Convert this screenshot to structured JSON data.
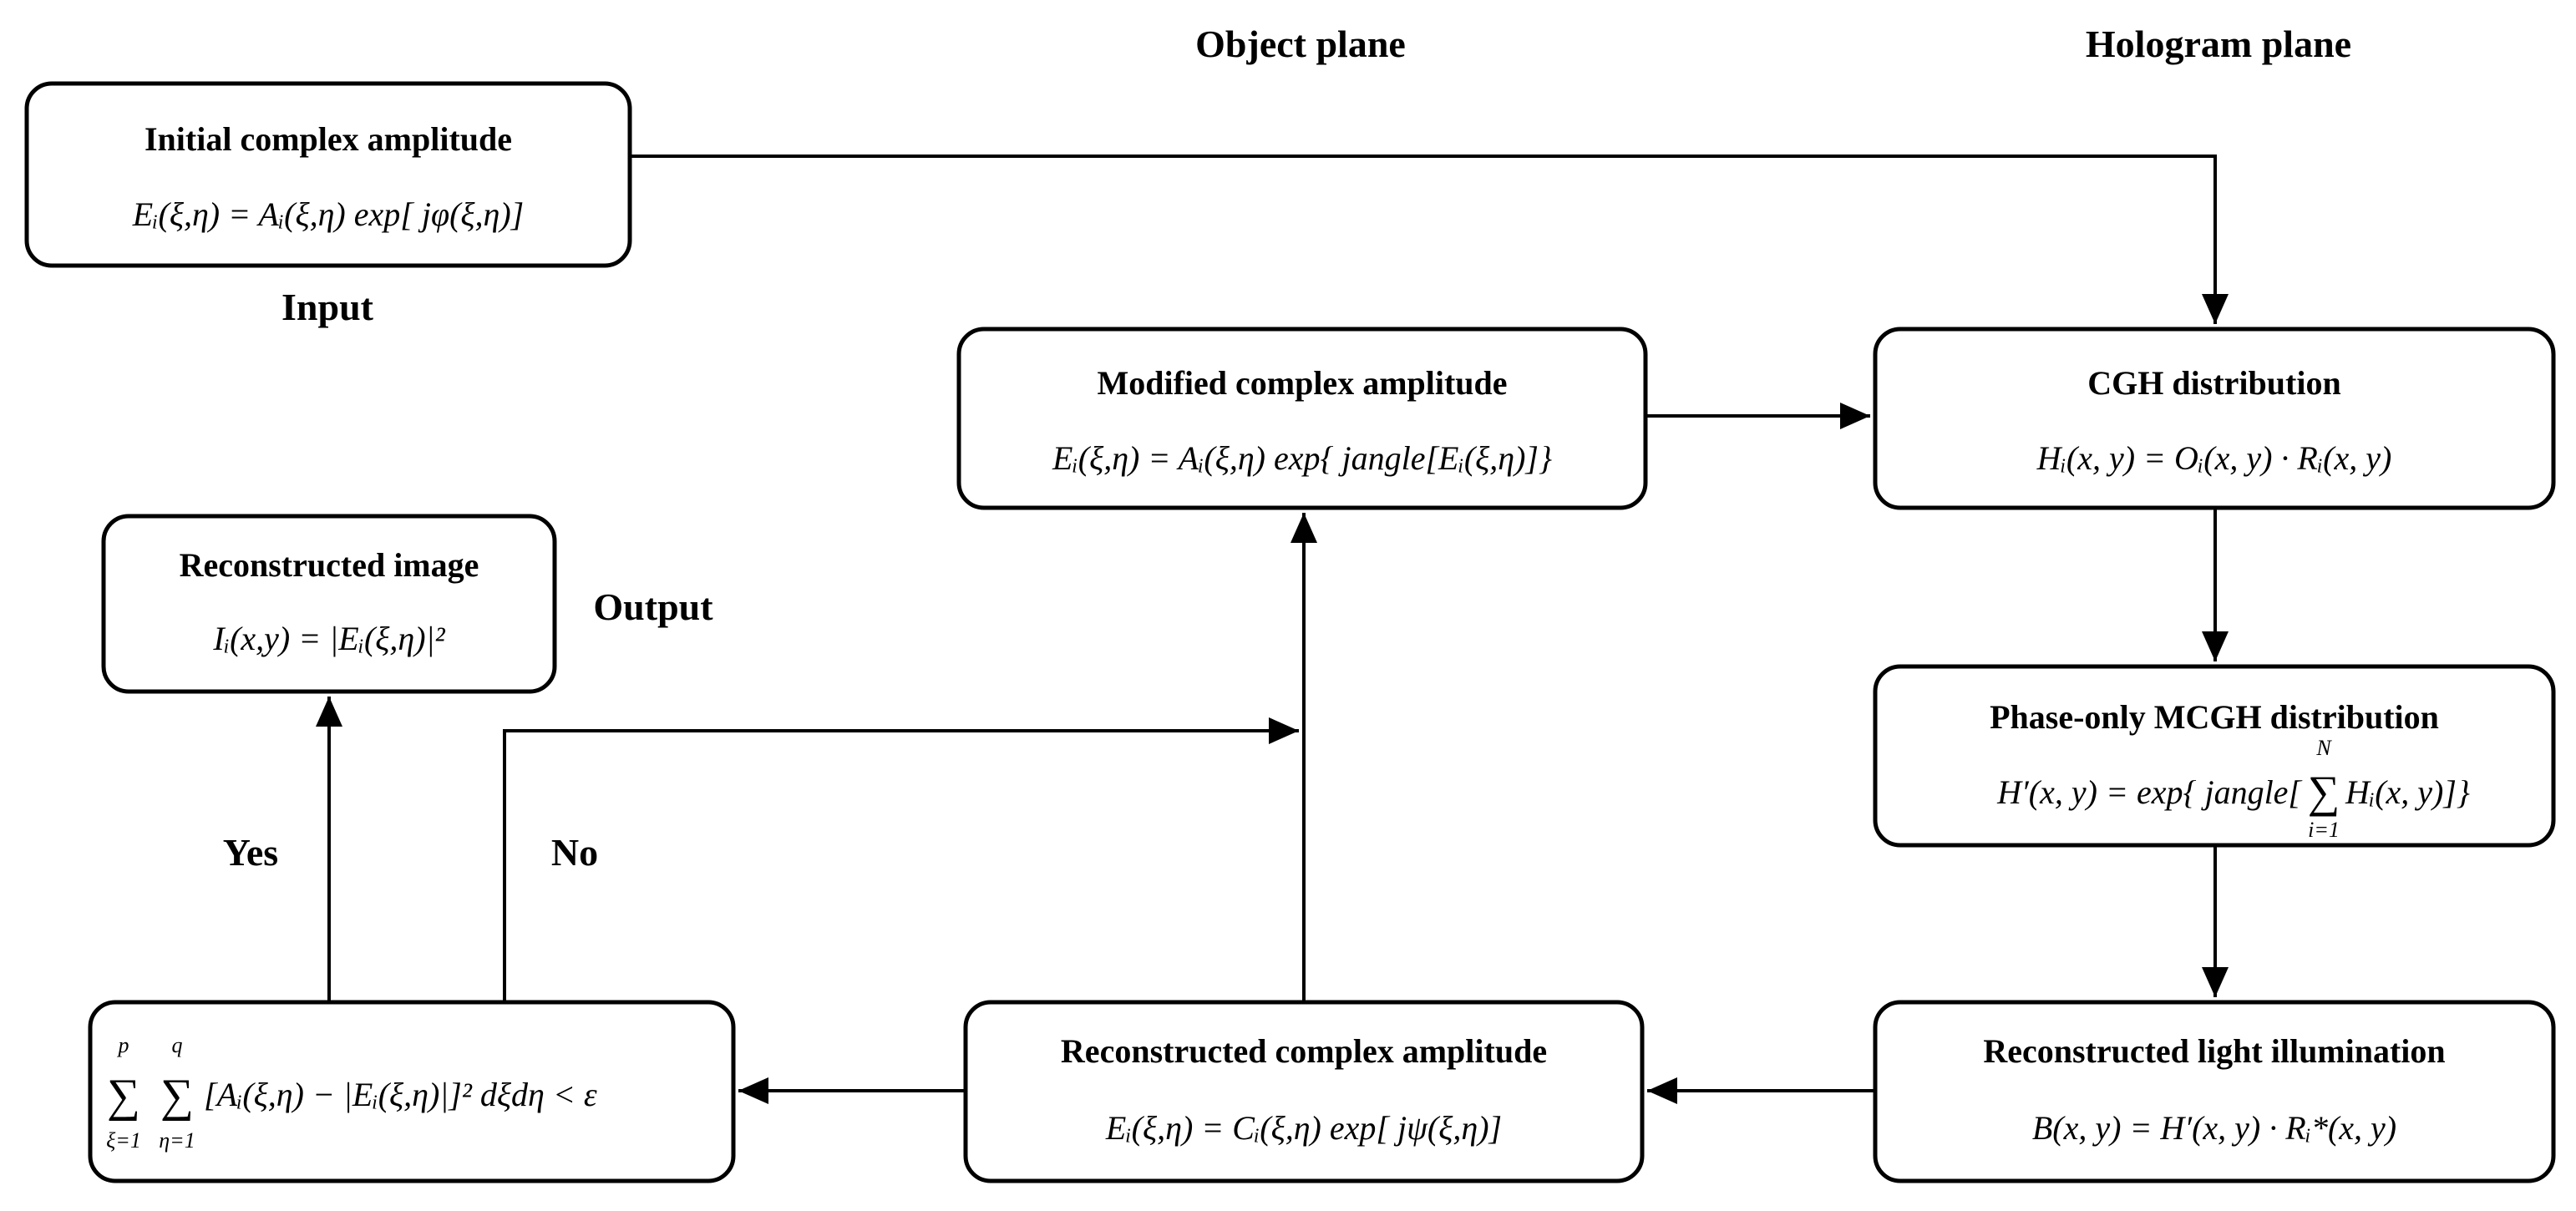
{
  "headers": {
    "object_plane": "Object plane",
    "hologram_plane": "Hologram plane"
  },
  "labels": {
    "input": "Input",
    "output": "Output",
    "yes": "Yes",
    "no": "No"
  },
  "boxes": {
    "initial": {
      "title": "Initial  complex amplitude",
      "equation": "Eᵢ(ξ,η) = Aᵢ(ξ,η) exp[ jφ(ξ,η)]"
    },
    "modified": {
      "title": "Modified complex amplitude",
      "equation": "Eᵢ(ξ,η) = Aᵢ(ξ,η) exp{ jangle[Eᵢ(ξ,η)]}"
    },
    "cgh": {
      "title": "CGH distribution",
      "equation": "Hᵢ(x, y) = Oᵢ(x, y) · Rᵢ(x, y)"
    },
    "reconstructed_image": {
      "title": "Reconstructed image",
      "equation": "Iᵢ(x,y) = |Eᵢ(ξ,η)|²"
    },
    "phase_only": {
      "title": "Phase-only MCGH distribution",
      "equation_main": "H′(x, y) = exp{ jangle[",
      "equation_tail": "Hᵢ(x, y)]}",
      "sum_symbol": "∑",
      "sum_upper": "N",
      "sum_lower": "i=1"
    },
    "criterion": {
      "sum1_symbol": "∑",
      "sum1_upper": "p",
      "sum1_lower": "ξ=1",
      "sum2_symbol": "∑",
      "sum2_upper": "q",
      "sum2_lower": "η=1",
      "equation": "[Aᵢ(ξ,η) − |Eᵢ(ξ,η)|]² dξdη < ε"
    },
    "reconstructed_complex": {
      "title": "Reconstructed complex amplitude",
      "equation": "Eᵢ(ξ,η) = Cᵢ(ξ,η) exp[ jψ(ξ,η)]"
    },
    "reconstructed_light": {
      "title": "Reconstructed light illumination",
      "equation": "B(x, y) = H′(x, y) · Rᵢ*(x, y)"
    }
  }
}
